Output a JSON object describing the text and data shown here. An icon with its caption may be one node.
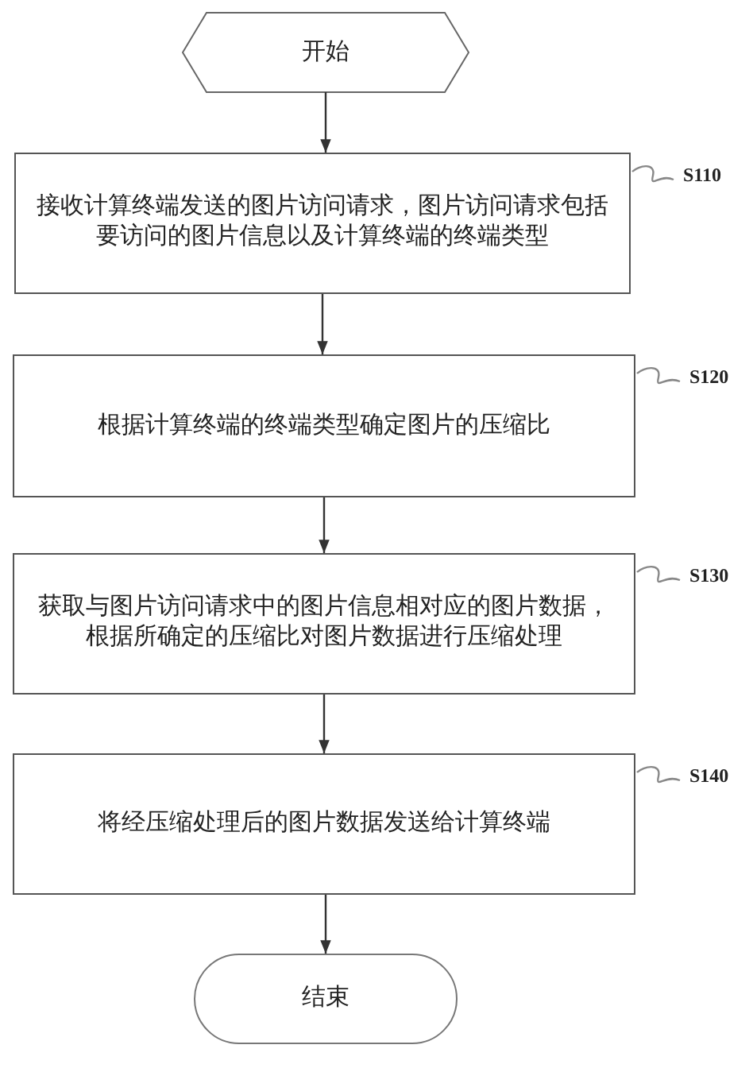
{
  "diagram": {
    "nodes": [
      {
        "text": [
          "开始"
        ]
      },
      {
        "text": [
          "S110"
        ]
      },
      {
        "text": [
          "接收计算终端发送的图片访问请求，图片访问请求包括要访问的图片信息以及计算终端的终端类型"
        ]
      },
      {
        "text": [
          "S120"
        ]
      },
      {
        "text": [
          "根据计算终端的终端类型确定图片的压缩比"
        ]
      },
      {
        "text": [
          "S130"
        ]
      },
      {
        "text": [
          "获取与图片访问请求中的图片信息相对应的图片数据，根据所确定的压缩比对图片数据进行压缩处理"
        ]
      },
      {
        "text": [
          "S140"
        ]
      },
      {
        "text": [
          "将经压缩处理后的图片数据发送给计算终端"
        ]
      },
      {
        "text": [
          "结束"
        ]
      }
    ],
    "edges": [
      {
        "from": 0,
        "to": 2,
        "arrow": "to"
      },
      {
        "from": 2,
        "to": 4,
        "arrow": "to"
      },
      {
        "from": 4,
        "to": 6,
        "arrow": "to"
      },
      {
        "from": 6,
        "to": 8,
        "arrow": "to"
      },
      {
        "from": 8,
        "to": 9,
        "arrow": "to"
      },
      {
        "from": 1,
        "to": 2,
        "arrow": "none"
      },
      {
        "from": 3,
        "to": 4,
        "arrow": "none"
      },
      {
        "from": 5,
        "to": 6,
        "arrow": "none"
      },
      {
        "from": 7,
        "to": 8,
        "arrow": "none"
      }
    ]
  }
}
